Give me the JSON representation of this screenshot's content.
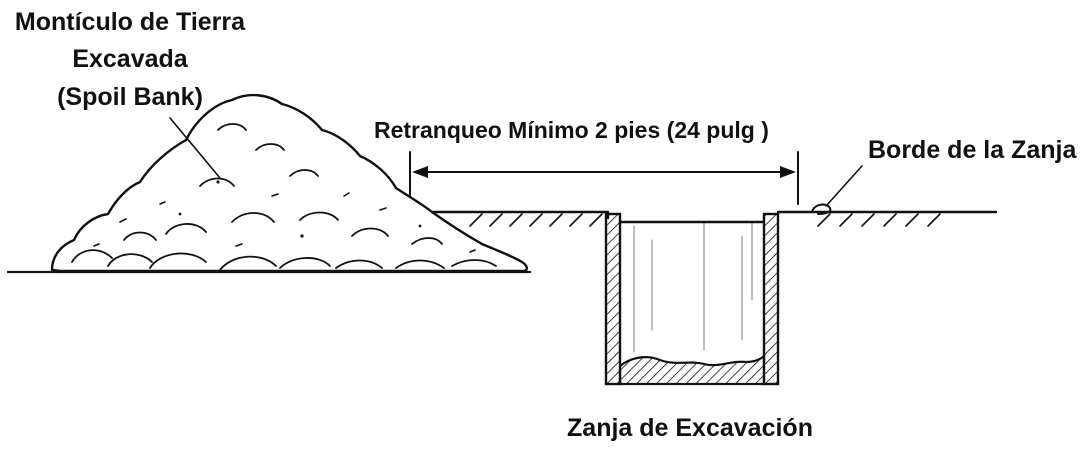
{
  "labels": {
    "spoil_bank_line1": "Montículo de Tierra",
    "spoil_bank_line2": "Excavada",
    "spoil_bank_line3": "(Spoil Bank)",
    "setback": "Retranqueo Mínimo  2 pies (24 pulg )",
    "trench_edge": "Borde de la Zanja",
    "trench": "Zanja de Excavación"
  },
  "colors": {
    "ink": "#111111",
    "background": "#ffffff"
  }
}
